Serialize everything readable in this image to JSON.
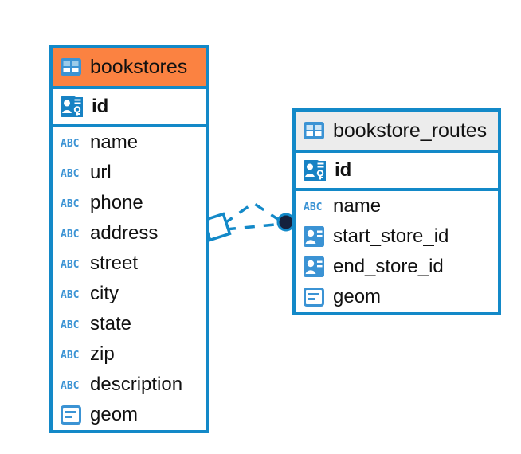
{
  "diagram": {
    "type": "entity-relationship-diagram",
    "colors": {
      "border": "#1389c8",
      "header_accent": "#fb8241",
      "header_plain": "#ececec",
      "icon_blue": "#3b93d4",
      "endpoint_dark": "#14213d",
      "text": "#111111"
    },
    "entities": [
      {
        "name": "bookstores",
        "header_icon": "table-icon",
        "header_style": "accent",
        "keys": [
          {
            "label": "id",
            "icon": "primary-key-icon",
            "bold": true
          }
        ],
        "fields": [
          {
            "label": "name",
            "icon": "text-type-icon"
          },
          {
            "label": "url",
            "icon": "text-type-icon"
          },
          {
            "label": "phone",
            "icon": "text-type-icon"
          },
          {
            "label": "address",
            "icon": "text-type-icon"
          },
          {
            "label": "street",
            "icon": "text-type-icon"
          },
          {
            "label": "city",
            "icon": "text-type-icon"
          },
          {
            "label": "state",
            "icon": "text-type-icon"
          },
          {
            "label": "zip",
            "icon": "text-type-icon"
          },
          {
            "label": "description",
            "icon": "text-type-icon"
          },
          {
            "label": "geom",
            "icon": "geometry-type-icon"
          }
        ]
      },
      {
        "name": "bookstore_routes",
        "header_icon": "table-icon",
        "header_style": "plain",
        "keys": [
          {
            "label": "id",
            "icon": "primary-key-icon",
            "bold": true
          }
        ],
        "fields": [
          {
            "label": "name",
            "icon": "text-type-icon"
          },
          {
            "label": "start_store_id",
            "icon": "foreign-key-icon"
          },
          {
            "label": "end_store_id",
            "icon": "foreign-key-icon"
          },
          {
            "label": "geom",
            "icon": "geometry-type-icon"
          }
        ]
      }
    ],
    "relationship": {
      "style": "dashed",
      "source_marker": "diamond-marker",
      "target_marker": "filled-circle-marker",
      "color": "#1389c8"
    }
  }
}
